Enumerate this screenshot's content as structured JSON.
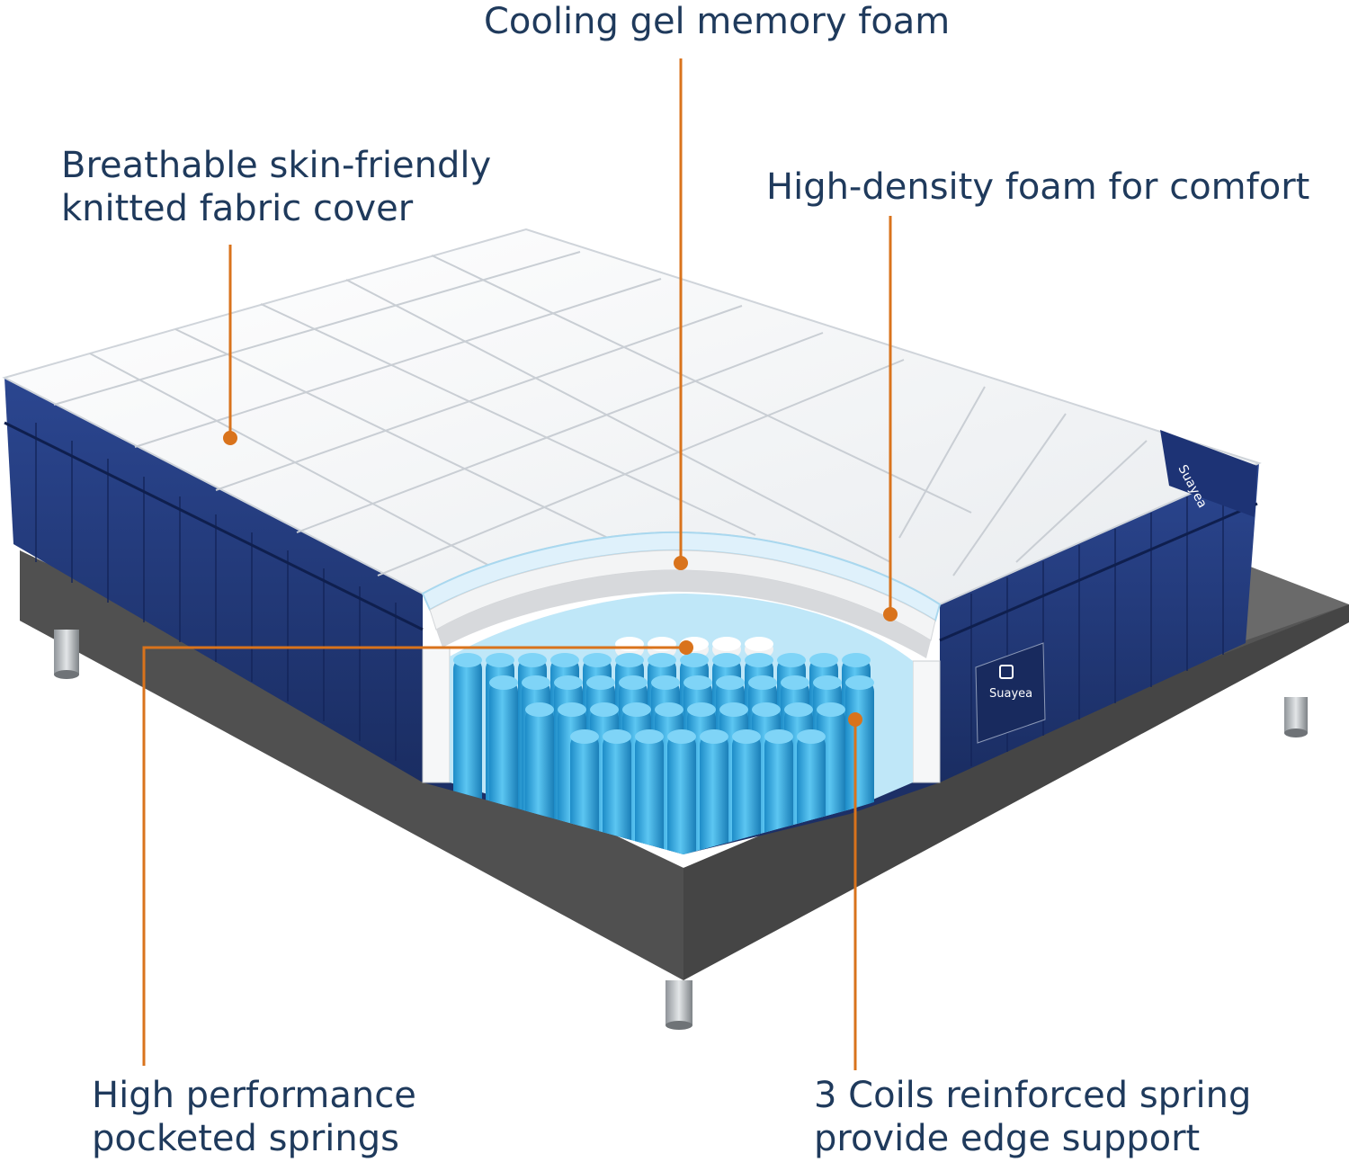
{
  "callouts": {
    "cooling_gel": {
      "lines": [
        "Cooling gel memory foam"
      ]
    },
    "fabric_cover": {
      "lines": [
        "Breathable skin-friendly",
        "knitted fabric cover"
      ]
    },
    "high_density": {
      "lines": [
        "High-density foam for comfort"
      ]
    },
    "pocketed_springs": {
      "lines": [
        "High performance",
        "pocketed springs"
      ]
    },
    "edge_support": {
      "lines": [
        "3 Coils reinforced spring",
        "provide edge support"
      ]
    }
  },
  "brand": {
    "name": "Suayea"
  },
  "colors": {
    "callout_line": "#d9731c",
    "label_text": "#1f3a5c",
    "mattress_side": "#243a7a",
    "foundation": "#4a4a4a",
    "spring_blue": "#2fa8e0"
  }
}
